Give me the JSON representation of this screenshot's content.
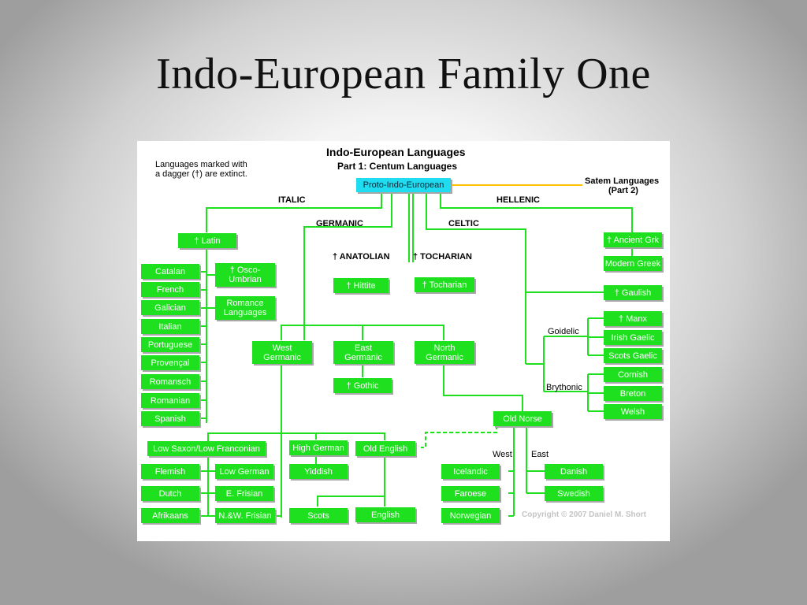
{
  "slide": {
    "title": "Indo-European Family One"
  },
  "diagram": {
    "title": "Indo-European Languages",
    "subtitle": "Part 1: Centum Languages",
    "note_line1": "Languages marked with",
    "note_line2": "a dagger (†) are extinct.",
    "satem_line1": "Satem Languages",
    "satem_line2": "(Part 2)",
    "copyright": "Copyright © 2007 Daniel M. Short",
    "branches": {
      "italic": "ITALIC",
      "germanic": "GERMANIC",
      "celtic": "CELTIC",
      "hellenic": "HELLENIC",
      "anatolian": "† ANATOLIAN",
      "tocharian": "† TOCHARIAN"
    },
    "sublabels": {
      "goidelic": "Goidelic",
      "brythonic": "Brythonic",
      "west": "West",
      "east": "East"
    },
    "colors": {
      "node": "#1fe01f",
      "root": "#1fdcf0",
      "line": "#1fe01f",
      "satem_line": "#ffc000"
    },
    "nodes": {
      "pie": "Proto-Indo-European",
      "latin": "† Latin",
      "catalan": "Catalan",
      "french": "French",
      "galician": "Galician",
      "italian": "Italian",
      "portuguese": "Portuguese",
      "provencal": "Provençal",
      "romansch": "Romansch",
      "romanian": "Romanian",
      "spanish": "Spanish",
      "osco1": "† Osco-",
      "osco2": "Umbrian",
      "romance1": "Romance",
      "romance2": "Languages",
      "hittite": "† Hittite",
      "tocharian": "† Tocharian",
      "westgerm1": "West",
      "westgerm2": "Germanic",
      "eastgerm1": "East",
      "eastgerm2": "Germanic",
      "northgerm1": "North",
      "northgerm2": "Germanic",
      "gothic": "† Gothic",
      "ancientgrk": "† Ancient Grk",
      "moderngreek": "Modern Greek",
      "gaulish": "† Gaulish",
      "manx": "† Manx",
      "irish": "Irish Gaelic",
      "scots_gaelic": "Scots Gaelic",
      "cornish": "Cornish",
      "breton": "Breton",
      "welsh": "Welsh",
      "oldnorse": "Old Norse",
      "lowsaxon": "Low Saxon/Low Franconian",
      "highgerman": "High German",
      "oldenglish": "Old English",
      "flemish": "Flemish",
      "lowgerman": "Low German",
      "yiddish": "Yiddish",
      "dutch": "Dutch",
      "efrisian": "E. Frisian",
      "afrikaans": "Afrikaans",
      "nwfrisian": "N.&W. Frisian",
      "scots": "Scots",
      "english": "English",
      "icelandic": "Icelandic",
      "faroese": "Faroese",
      "norwegian": "Norwegian",
      "danish": "Danish",
      "swedish": "Swedish"
    }
  }
}
